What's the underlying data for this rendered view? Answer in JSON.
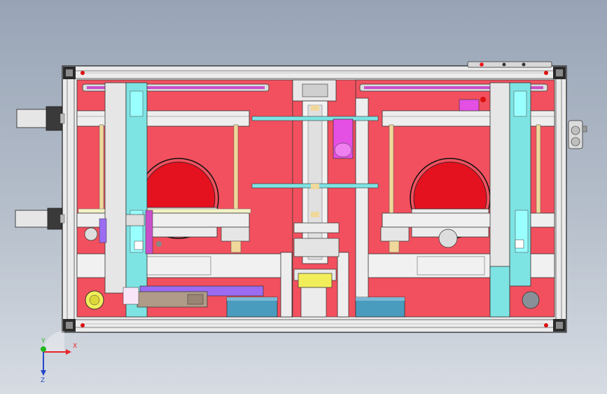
{
  "viewport": {
    "background_top": "#98a4b6",
    "background_bottom": "#d7dce3"
  },
  "triad": {
    "x_label": "X",
    "y_label": "Y",
    "z_label": "Z",
    "x_color": "#e8262a",
    "y_color": "#1fb81f",
    "z_color": "#2546c9"
  },
  "colors": {
    "plate": "#f2505e",
    "frame": "#e8e8e8",
    "cyan": "#7ee3e3",
    "magenta": "#e44fe4",
    "dark_red": "#e4111f",
    "purple": "#9b6cf2",
    "teal_box": "#4a9cbf",
    "yellow": "#f2ee5a",
    "steel": "#8a9097",
    "outline": "#1f1f1f"
  }
}
